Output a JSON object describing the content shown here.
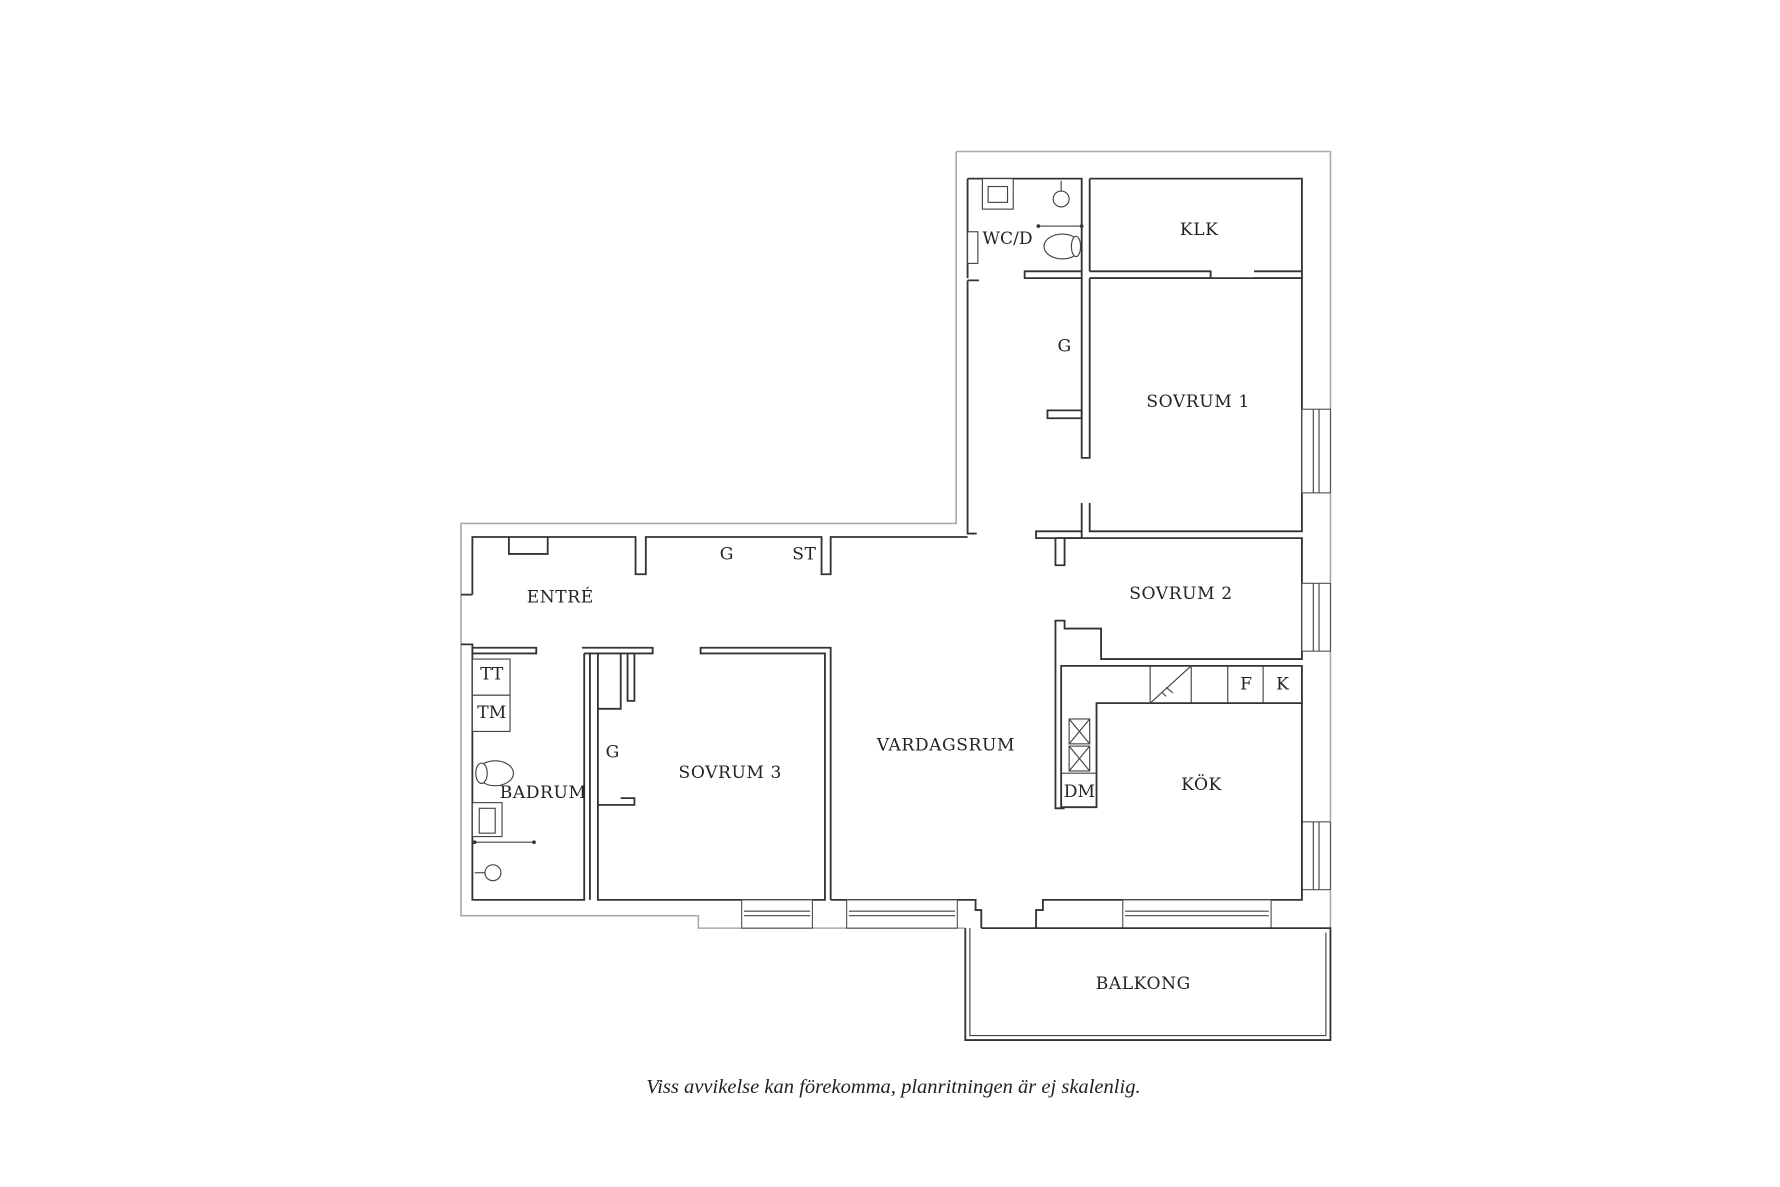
{
  "floorplan": {
    "rooms": {
      "wc_d": "WC/D",
      "klk": "KLK",
      "hall_storage_north": "G",
      "sovrum1": "SOVRUM 1",
      "sovrum2": "SOVRUM 2",
      "sovrum3": "SOVRUM 3",
      "entre": "ENTRÉ",
      "entre_storage": "G",
      "entre_cleaning_closet": "ST",
      "badrum": "BADRUM",
      "sovrum3_storage": "G",
      "vardagsrum": "VARDAGSRUM",
      "kok": "KÖK",
      "balkong": "BALKONG"
    },
    "fixtures": {
      "tumble_dryer": "TT",
      "washing_machine": "TM",
      "dishwasher": "DM",
      "freezer": "F",
      "fridge": "K"
    },
    "caption": "Viss avvikelse kan förekomma, planritningen är ej skalenlig."
  },
  "colors": {
    "wall": "#333333",
    "outer_wall": "#aaaaaa",
    "background": "#ffffff"
  }
}
